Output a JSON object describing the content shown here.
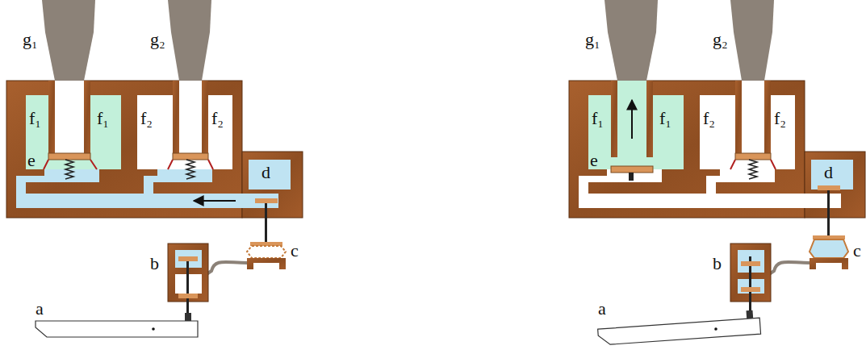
{
  "diagram": {
    "labels": [
      "g₁",
      "g₂",
      "f₁",
      "f₁",
      "f₂",
      "f₂",
      "e",
      "d",
      "c",
      "b",
      "a",
      "g₁",
      "g₂",
      "f₁",
      "f₁",
      "f₂",
      "f₂",
      "e",
      "d",
      "c",
      "b",
      "a"
    ]
  }
}
